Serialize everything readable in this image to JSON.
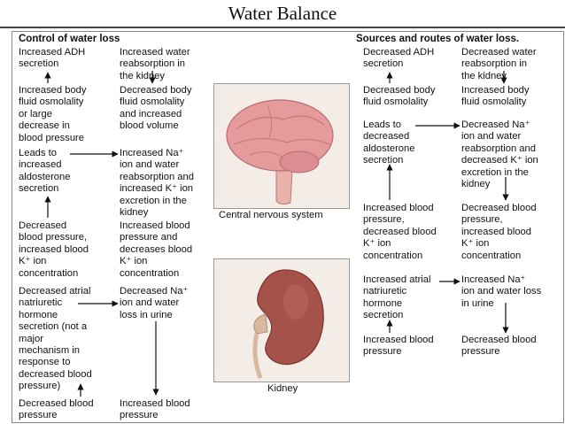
{
  "title": "Water Balance",
  "left": {
    "header": "Control of water loss",
    "c1": [
      "Increased ADH\nsecretion",
      "Increased body\nfluid osmolality\nor large\ndecrease in\nblood pressure",
      "Leads to\nincreased\naldosterone\nsecretion",
      "Decreased\nblood pressure,\nincreased blood\nK⁺ ion\nconcentration",
      "Decreased atrial\nnatriuretic\nhormone\nsecretion (not a\nmajor\nmechanism in\nresponse to\ndecreased blood\npressure)",
      "Decreased blood\npressure"
    ],
    "c2": [
      "Increased water\nreabsorption in\nthe kidney",
      "Decreased body\nfluid osmolality\nand increased\nblood volume",
      "Increased Na⁺\nion and water\nreabsorption and\nincreased K⁺ ion\nexcretion in the\nkidney",
      "Increased blood\npressure and\ndecreases blood\nK⁺ ion\nconcentration",
      "Decreased Na⁺\nion and water\nloss in urine",
      "Increased blood\npressure"
    ]
  },
  "right": {
    "header": "Sources and routes of water loss.",
    "c1": [
      "Decreased ADH\nsecretion",
      "Decreased body\nfluid osmolality",
      "Leads to\ndecreased\naldosterone\nsecretion",
      "Increased blood\npressure,\ndecreased blood\nK⁺ ion\nconcentration",
      "Increased atrial\nnatriuretic\nhormone\nsecretion",
      "Increased blood\npressure"
    ],
    "c2": [
      "Decreased water\nreabsorption in\nthe kidney",
      "Increased body\nfluid osmolality",
      "Decreased Na⁺\nion and water\nreabsorption and\ndecreased K⁺ ion\nexcretion in the\nkidney",
      "Decreased blood\npressure,\nincreased blood\nK⁺ ion\nconcentration",
      "Increased Na⁺\nion and water loss\nin urine",
      "Decreased blood\npressure"
    ]
  },
  "captions": {
    "brain": "Central nervous system",
    "kidney": "Kidney"
  },
  "colors": {
    "arrow": "#111111",
    "border": "#888888",
    "organ_bg": "#f3ece7",
    "brain": "#e59a9c",
    "kidney": "#a5524a"
  }
}
